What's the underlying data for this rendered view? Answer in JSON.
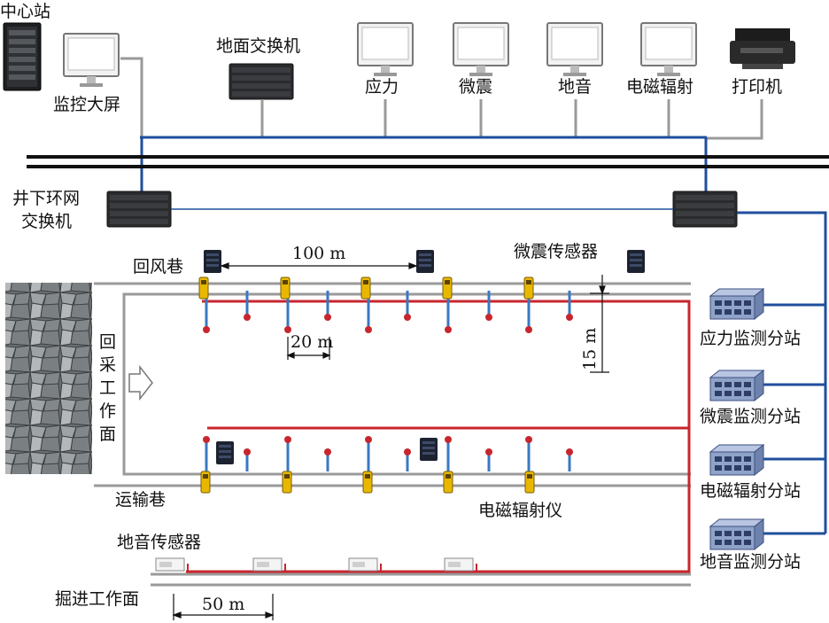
{
  "surface": {
    "center_station": "中心站",
    "monitor_screen": "监控大屏",
    "surface_switch": "地面交换机",
    "workstations": [
      "应力",
      "微震",
      "地音",
      "电磁辐射"
    ],
    "printer": "打印机"
  },
  "underground": {
    "ring_switch_line1": "井下环网",
    "ring_switch_line2": "交换机"
  },
  "workings": {
    "return_airway": "回风巷",
    "haulage_roadway": "运输巷",
    "working_face_chars": [
      "回",
      "采",
      "工",
      "作",
      "面"
    ],
    "heading_face": "掘进工作面",
    "dimensions": {
      "seismic_spacing": "100 m",
      "stress_spacing": "20 m",
      "stress_depth": "15 m",
      "acoustic_spacing": "50 m"
    }
  },
  "sensors": {
    "microseismic_sensor": "微震传感器",
    "em_instrument": "电磁辐射仪",
    "acoustic_sensor": "地音传感器"
  },
  "substations": [
    "应力监测分站",
    "微震监测分站",
    "电磁辐射分站",
    "地音监测分站"
  ],
  "colors": {
    "network_blue": "#1f4e9c",
    "cable_red": "#c8262e",
    "roadway_gray": "#9a9a9a",
    "bus_black": "#111111"
  }
}
